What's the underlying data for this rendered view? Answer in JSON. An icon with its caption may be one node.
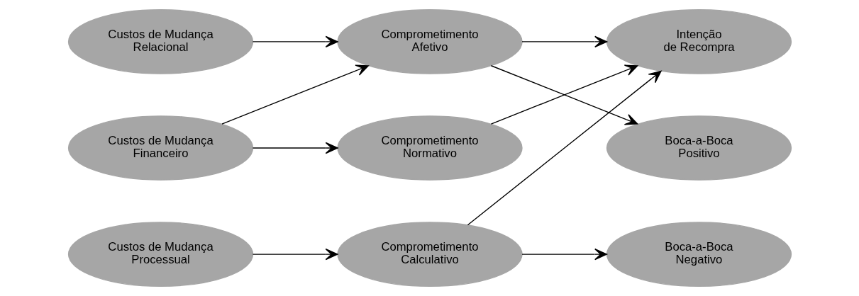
{
  "diagram": {
    "nodes": [
      {
        "text": [
          "Custos de Mudança Relacional"
        ]
      },
      {
        "text": [
          "Comprometimento Afetivo"
        ]
      },
      {
        "text": [
          "Intenção de Recompra"
        ]
      },
      {
        "text": [
          "Custos de Mudança Financeiro"
        ]
      },
      {
        "text": [
          "Comprometimento Normativo"
        ]
      },
      {
        "text": [
          "Boca-a-Boca Positivo"
        ]
      },
      {
        "text": [
          "Custos de Mudança Processual"
        ]
      },
      {
        "text": [
          "Comprometimento Calculativo"
        ]
      },
      {
        "text": [
          "Boca-a-Boca Negativo"
        ]
      }
    ],
    "edges": [
      {
        "from": 0,
        "to": 1,
        "arrow": "to"
      },
      {
        "from": 3,
        "to": 1,
        "arrow": "to"
      },
      {
        "from": 3,
        "to": 4,
        "arrow": "to"
      },
      {
        "from": 1,
        "to": 2,
        "arrow": "to"
      },
      {
        "from": 1,
        "to": 5,
        "arrow": "to"
      },
      {
        "from": 4,
        "to": 2,
        "arrow": "to"
      },
      {
        "from": 7,
        "to": 2,
        "arrow": "to"
      },
      {
        "from": 7,
        "to": 8,
        "arrow": "to"
      },
      {
        "from": 6,
        "to": 7,
        "arrow": "to"
      }
    ]
  }
}
